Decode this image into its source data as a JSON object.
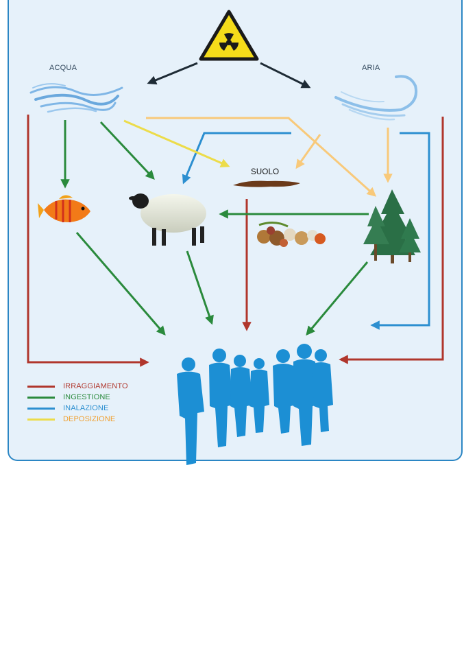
{
  "labels": {
    "water": "ACQUA",
    "air": "ARIA",
    "soil": "SUOLO"
  },
  "legend": [
    {
      "key": "irraggiamento",
      "label": "IRRAGGIAMENTO",
      "color": "#b0362c",
      "text_color": "#b0362c"
    },
    {
      "key": "ingestione",
      "label": "INGESTIONE",
      "color": "#2a8a3c",
      "text_color": "#2a8a3c"
    },
    {
      "key": "inalazione",
      "label": "INALAZIONE",
      "color": "#2c8fd0",
      "text_color": "#2c8fd0"
    },
    {
      "key": "deposizione",
      "label": "DEPOSIZIONE",
      "color": "#ecdc4a",
      "text_color": "#f0a030"
    }
  ],
  "colors": {
    "panel_border": "#2b86c4",
    "panel_bg": "#e6f1fa",
    "people": "#1c8fd4",
    "source_arrows": "#1e2b35",
    "deposition_orange": "#f8c97a"
  },
  "icons": [
    "radiation-hazard-icon",
    "water-wave-icon",
    "air-wind-icon",
    "soil-icon",
    "fish-icon",
    "sheep-icon",
    "vegetables-icon",
    "pine-trees-icon",
    "people-silhouettes-icon"
  ]
}
